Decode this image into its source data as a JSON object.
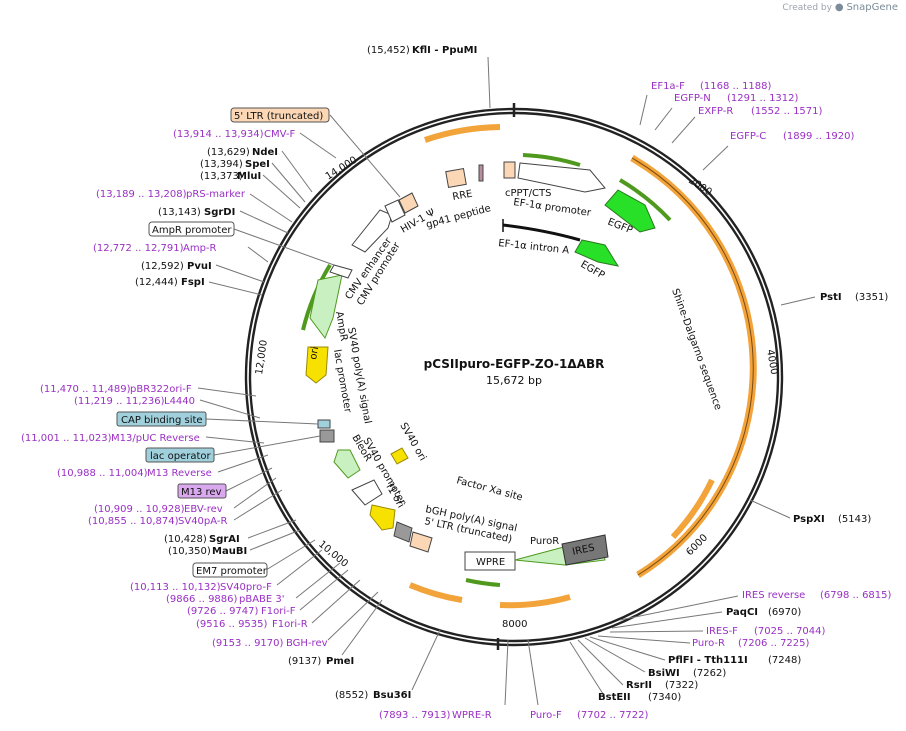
{
  "branding": {
    "created_by": "Created by",
    "product": "SnapGene"
  },
  "plasmid": {
    "name": "pCSIIpuro-EGFP-ZO-1ΔABR",
    "size": "15,672 bp",
    "length": 15672
  },
  "ticks": [
    "2000",
    "4000",
    "6000",
    "8000",
    "10,000",
    "12,000",
    "14,000"
  ],
  "sites": [
    {
      "name": "KflI",
      "extra": "PpuMI",
      "pos": "15,452",
      "kind": "enzyme"
    },
    {
      "name": "EF1a-F",
      "pos": "1168 .. 1188",
      "kind": "primer"
    },
    {
      "name": "EGFP-N",
      "pos": "1291 .. 1312",
      "kind": "primer"
    },
    {
      "name": "EXFP-R",
      "pos": "1552 .. 1571",
      "kind": "primer"
    },
    {
      "name": "EGFP-C",
      "pos": "1899 .. 1920",
      "kind": "primer"
    },
    {
      "name": "PstI",
      "pos": "3351",
      "kind": "enzyme"
    },
    {
      "name": "PspXI",
      "pos": "5143",
      "kind": "enzyme"
    },
    {
      "name": "IRES reverse",
      "pos": "6798 .. 6815",
      "kind": "primer"
    },
    {
      "name": "PaqCI",
      "pos": "6970",
      "kind": "enzyme"
    },
    {
      "name": "IRES-F",
      "pos": "7025 .. 7044",
      "kind": "primer"
    },
    {
      "name": "Puro-R",
      "pos": "7206 .. 7225",
      "kind": "primer"
    },
    {
      "name": "PflFI",
      "extra": "Tth111I",
      "pos": "7248",
      "kind": "enzyme"
    },
    {
      "name": "BsiWI",
      "pos": "7262",
      "kind": "enzyme"
    },
    {
      "name": "RsrII",
      "pos": "7322",
      "kind": "enzyme"
    },
    {
      "name": "BstEII",
      "pos": "7340",
      "kind": "enzyme"
    },
    {
      "name": "Puro-F",
      "pos": "7702 .. 7722",
      "kind": "primer"
    },
    {
      "name": "WPRE-R",
      "pos": "7893 .. 7913",
      "kind": "primer"
    },
    {
      "name": "Bsu36I",
      "pos": "8552",
      "kind": "enzyme"
    },
    {
      "name": "PmeI",
      "pos": "9137",
      "kind": "enzyme"
    },
    {
      "name": "BGH-rev",
      "pos": "9153 .. 9170",
      "kind": "primer"
    },
    {
      "name": "F1ori-R",
      "pos": "9516 .. 9535",
      "kind": "primer"
    },
    {
      "name": "F1ori-F",
      "pos": "9726 .. 9747",
      "kind": "primer"
    },
    {
      "name": "pBABE 3'",
      "pos": "9866 .. 9886",
      "kind": "primer"
    },
    {
      "name": "SV40pro-F",
      "pos": "10,113 .. 10,132",
      "kind": "primer"
    },
    {
      "name": "EM7 promoter",
      "kind": "boxed-white"
    },
    {
      "name": "MauBI",
      "pos": "10,350",
      "kind": "enzyme"
    },
    {
      "name": "SgrAI",
      "pos": "10,428",
      "kind": "enzyme"
    },
    {
      "name": "SV40pA-R",
      "pos": "10,855 .. 10,874",
      "kind": "primer"
    },
    {
      "name": "EBV-rev",
      "pos": "10,909 .. 10,928",
      "kind": "primer"
    },
    {
      "name": "M13 rev",
      "kind": "boxed-purple"
    },
    {
      "name": "M13 Reverse",
      "pos": "10,988 .. 11,004",
      "kind": "primer"
    },
    {
      "name": "lac operator",
      "kind": "boxed-teal"
    },
    {
      "name": "M13/pUC Reverse",
      "pos": "11,001 .. 11,023",
      "kind": "primer"
    },
    {
      "name": "CAP binding site",
      "kind": "boxed-teal"
    },
    {
      "name": "L4440",
      "pos": "11,219 .. 11,236",
      "kind": "primer"
    },
    {
      "name": "pBR322ori-F",
      "pos": "11,470 .. 11,489",
      "kind": "primer"
    },
    {
      "name": "FspI",
      "pos": "12,444",
      "kind": "enzyme"
    },
    {
      "name": "PvuI",
      "pos": "12,592",
      "kind": "enzyme"
    },
    {
      "name": "Amp-R",
      "pos": "12,772 .. 12,791",
      "kind": "primer"
    },
    {
      "name": "AmpR promoter",
      "kind": "boxed-white"
    },
    {
      "name": "SgrDI",
      "pos": "13,143",
      "kind": "enzyme"
    },
    {
      "name": "pRS-marker",
      "pos": "13,189 .. 13,208",
      "kind": "primer"
    },
    {
      "name": "MluI",
      "pos": "13,373",
      "kind": "enzyme"
    },
    {
      "name": "SpeI",
      "pos": "13,394",
      "kind": "enzyme"
    },
    {
      "name": "NdeI",
      "pos": "13,629",
      "kind": "enzyme"
    },
    {
      "name": "CMV-F",
      "pos": "13,914 .. 13,934",
      "kind": "primer"
    },
    {
      "name": "5' LTR (truncated)",
      "kind": "boxed-orange"
    }
  ],
  "features": [
    "cPPT/CTS",
    "EF-1α promoter",
    "EGFP",
    "EF-1α intron A",
    "EGFP",
    "RRE",
    "gp41 peptide",
    "HIV-1 Ψ",
    "CMV enhancer",
    "CMV promoter",
    "AmpR",
    "ori",
    "SV40 poly(A) signal",
    "lac promoter",
    "SV40 ori",
    "BleoR",
    "SV40 promoter",
    "f1 ori",
    "Factor Xa site",
    "bGH poly(A) signal",
    "5' LTR (truncated)",
    "PuroR",
    "IRES",
    "WPRE",
    "Shine-Dalgarno sequence"
  ],
  "colors": {
    "enzyme": "#111111",
    "primer": "#9a2fc4",
    "ring": "#222222",
    "orange": "#f2a33a",
    "green_bright": "#27e027",
    "green_pale": "#c8f0c0",
    "green_dark": "#4f9a1e",
    "yellow": "#f7e100",
    "box_orange": "#fbd7b5",
    "box_teal": "#9fd0dc",
    "box_purple": "#d9a8ee"
  }
}
